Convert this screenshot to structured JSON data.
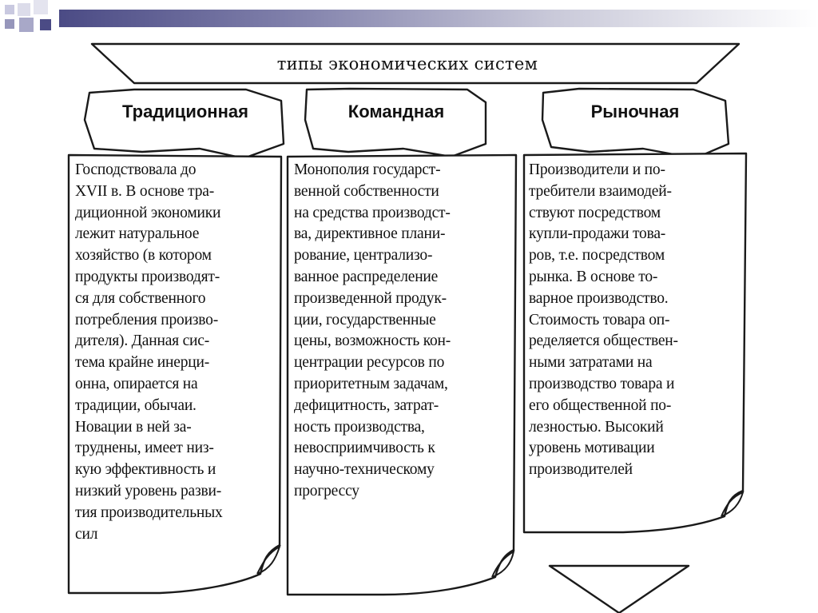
{
  "title": "типы экономических систем",
  "types": [
    {
      "name": "Традиционная",
      "description": "Господствовала до\nXVII в. В основе тра-\nдиционной экономики\nлежит натуральное\nхозяйство (в котором\nпродукты производят-\nся для собственного\nпотребления произво-\nдителя). Данная сис-\nтема крайне инерци-\nонна, опирается на\nтрадиции, обычаи.\nНовации в ней за-\nтруднены, имеет низ-\nкую эффективность и\nнизкий уровень разви-\nтия производительных\nсил"
    },
    {
      "name": "Командная",
      "description": "Монополия государст-\nвенной собственности\nна средства производст-\nва, директивное плани-\nрование, централизо-\nванное распределение\nпроизведенной продук-\nции, государственные\nцены, возможность кон-\nцентрации ресурсов по\nприоритетным задачам,\nдефицитность, затрат-\nность производства,\nневосприимчивость к\nнаучно-техническому\nпрогрессу"
    },
    {
      "name": "Рыночная",
      "description": "Производители и по-\nтребители взаимодей-\nствуют посредством\nкупли-продажи това-\nров, т.е. посредством\nрынка. В основе то-\nварное производство.\nСтоимость товара оп-\nределяется обществен-\nными затратами на\nпроизводство товара и\nего общественной по-\nлезностью. Высокий\nуровень мотивации\nпроизводителей"
    }
  ]
}
